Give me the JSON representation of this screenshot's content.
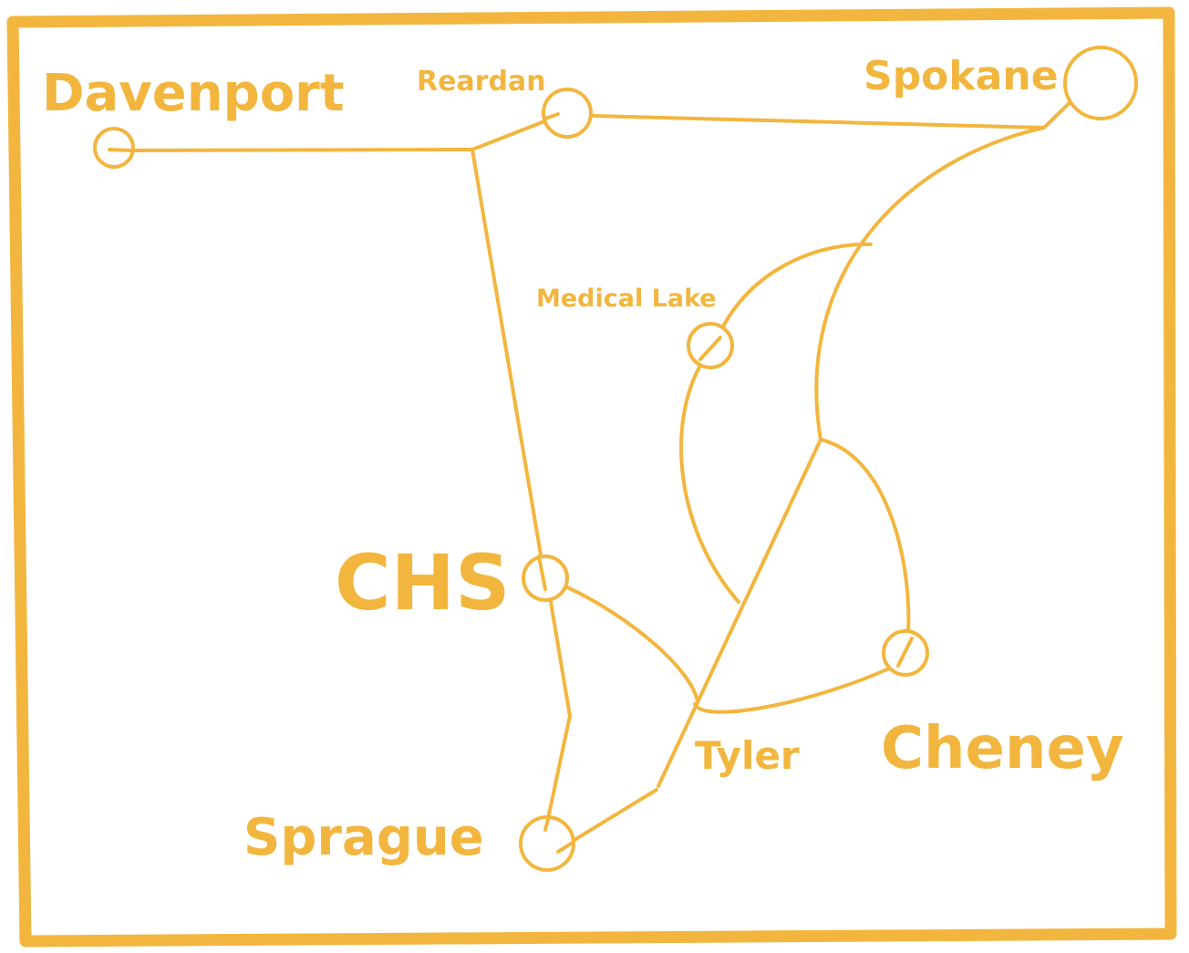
{
  "map": {
    "accent_color": "#F2B63F",
    "places": {
      "davenport": "Davenport",
      "reardan": "Reardan",
      "spokane": "Spokane",
      "medical_lake": "Medical Lake",
      "chs": "CHS",
      "tyler": "Tyler",
      "cheney": "Cheney",
      "sprague": "Sprague"
    }
  }
}
